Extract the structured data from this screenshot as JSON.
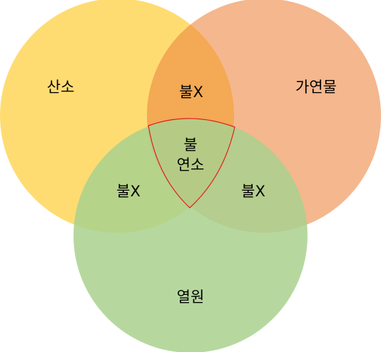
{
  "sets": [
    {
      "key": "oxygen",
      "label": "산소",
      "color": "#FFD966",
      "opacity": 0.92
    },
    {
      "key": "fuel",
      "label": "가연물",
      "color": "#F4B183",
      "opacity": 0.92
    },
    {
      "key": "heat",
      "label": "열원",
      "color": "#A9D18E",
      "opacity": 0.85
    }
  ],
  "overlaps": {
    "oxygen_fuel": "불X",
    "oxygen_heat": "불X",
    "fuel_heat": "불X",
    "center_line1": "불",
    "center_line2": "연소"
  },
  "colors": {
    "oxygen_fuel_overlap": "#F4A954",
    "center_outline": "#E02020"
  }
}
